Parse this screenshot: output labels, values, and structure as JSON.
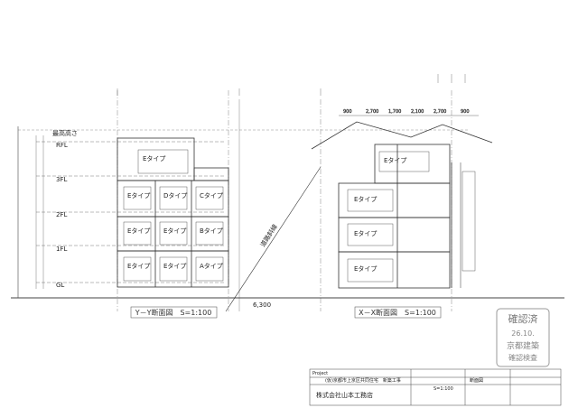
{
  "drawing": {
    "yy_label": "Y－Y断面図　S=1:100",
    "xx_label": "X－X断面図　S=1:100",
    "unit_yy": [
      "Eタイプ",
      "Eタイプ",
      "Dタイプ",
      "Cタイプ",
      "Eタイプ",
      "Eタイプ",
      "Bタイプ",
      "Eタイプ",
      "Eタイプ",
      "Aタイプ"
    ],
    "unit_xx": [
      "Eタイプ",
      "Eタイプ",
      "Eタイプ",
      "Eタイプ"
    ],
    "level_labels": [
      "最高高さ",
      "RFL",
      "3FL",
      "2FL",
      "1FL",
      "GL"
    ],
    "slope_note": "道路斜線",
    "dims_top": [
      "900",
      "2,700",
      "1,700",
      "2,100",
      "2,700",
      "900"
    ],
    "dim_bottom": "6,300"
  },
  "stamp": {
    "title": "確認済",
    "date": "26.10.",
    "line2": "京都建築",
    "line3": "確認検査"
  },
  "titleblock": {
    "project_label": "Project",
    "project_value": "(仮)京都市上京区共同住宅　新築工事",
    "drawing_name": "断面図",
    "company": "株式会社山本工務店",
    "scale": "S=1:100"
  }
}
